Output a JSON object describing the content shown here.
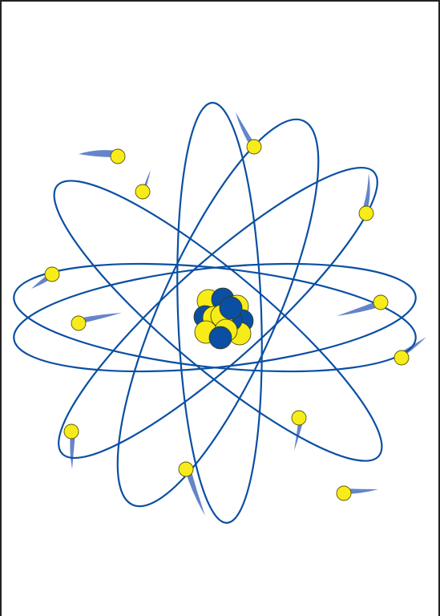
{
  "diagram": {
    "subject": "atom",
    "orbit_count": 6,
    "electron_count": 12,
    "nucleus": {
      "protons": 7,
      "neutrons": 6
    },
    "colors": {
      "orbit": "#0a4fa3",
      "electron": "#f7ec1a",
      "electron_stroke": "#5c5400",
      "proton": "#f7ec1a",
      "neutron": "#0a4fa3",
      "trail": "#4a6fc0",
      "frame": "#222222",
      "background": "#ffffff"
    }
  }
}
